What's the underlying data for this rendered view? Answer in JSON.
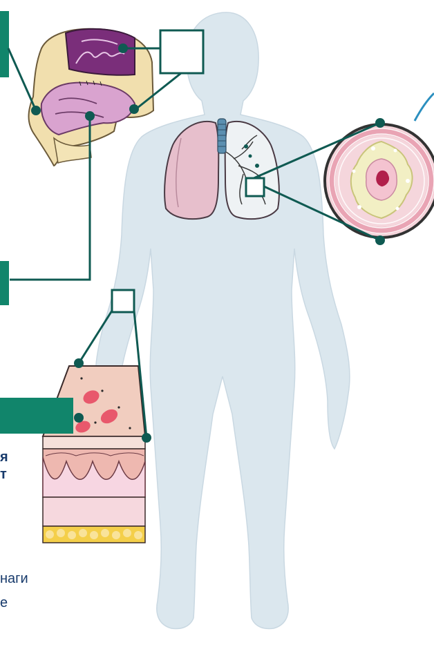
{
  "colors": {
    "connector": "#0f5a52",
    "label_bar": "#11856b",
    "body": "#dbe7ee",
    "text": "#173a6b",
    "tube": "#2b8fbf"
  },
  "text_fragments": {
    "skin_label_line1": "я",
    "skin_label_line2": "т",
    "left_text_1": "наги",
    "left_text_2": "е"
  },
  "icons": {
    "nasal": "nasal-cavity-cross-section-icon",
    "lungs": "lungs-icon",
    "airway": "airway-cross-section-icon",
    "skin": "skin-layers-icon",
    "body": "human-body-silhouette-icon"
  }
}
